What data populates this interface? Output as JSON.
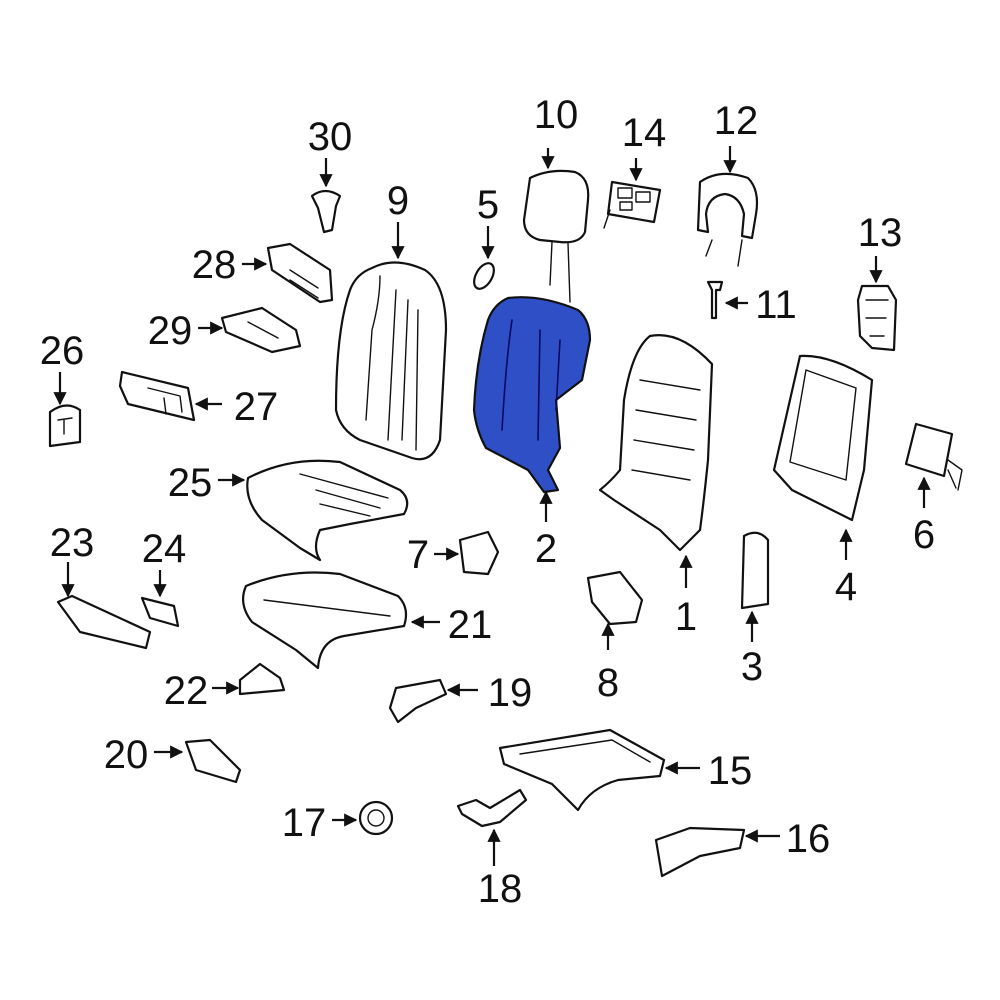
{
  "highlight_color": "#2f4fc6",
  "highlighted_part": "2",
  "callouts": [
    "1",
    "2",
    "3",
    "4",
    "5",
    "6",
    "7",
    "8",
    "9",
    "10",
    "11",
    "12",
    "13",
    "14",
    "15",
    "16",
    "17",
    "18",
    "19",
    "20",
    "21",
    "22",
    "23",
    "24",
    "25",
    "26",
    "27",
    "28",
    "29",
    "30"
  ]
}
